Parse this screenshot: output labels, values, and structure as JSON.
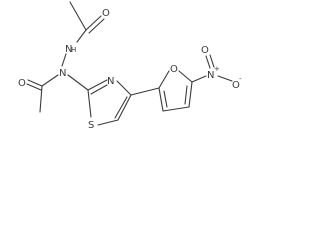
{
  "molecule": {
    "atoms": {
      "o_top": "O",
      "nh_upper": "N",
      "h_upper": "H",
      "n_hydrazide": "N",
      "o_lower": "O",
      "n_thiazole": "N",
      "s_thiazole": "S",
      "o_furan": "O",
      "n_nitro": "N",
      "n_nitro_charge": "+",
      "o_nitro_top": "O",
      "o_nitro_right": "O",
      "o_nitro_charge": "-"
    }
  }
}
